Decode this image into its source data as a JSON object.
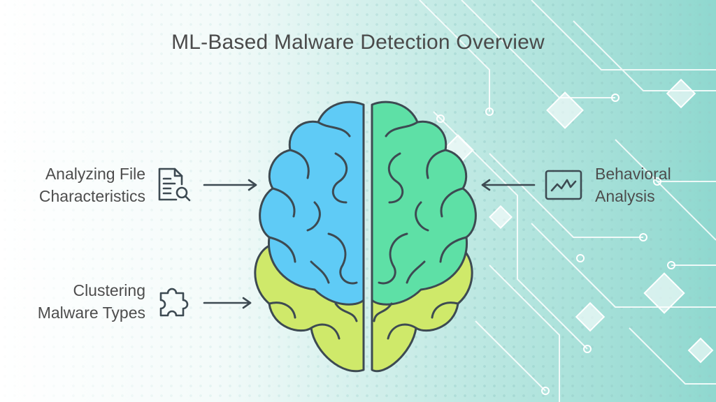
{
  "title": "ML-Based Malware Detection Overview",
  "nodes": {
    "file_characteristics": {
      "line1": "Analyzing File",
      "line2": "Characteristics",
      "icon": "document-search-icon"
    },
    "behavioral_analysis": {
      "line1": "Behavioral",
      "line2": "Analysis",
      "icon": "line-chart-icon"
    },
    "clustering": {
      "line1": "Clustering",
      "line2": "Malware Types",
      "icon": "puzzle-icon"
    }
  },
  "colors": {
    "brain_left_top": "#5fcbf6",
    "brain_right_top": "#5ee0a6",
    "brain_bottom": "#cfe96a",
    "outline": "#3d4a52",
    "text": "#4d4d4d",
    "accent_bg": "#8fd8cf"
  }
}
